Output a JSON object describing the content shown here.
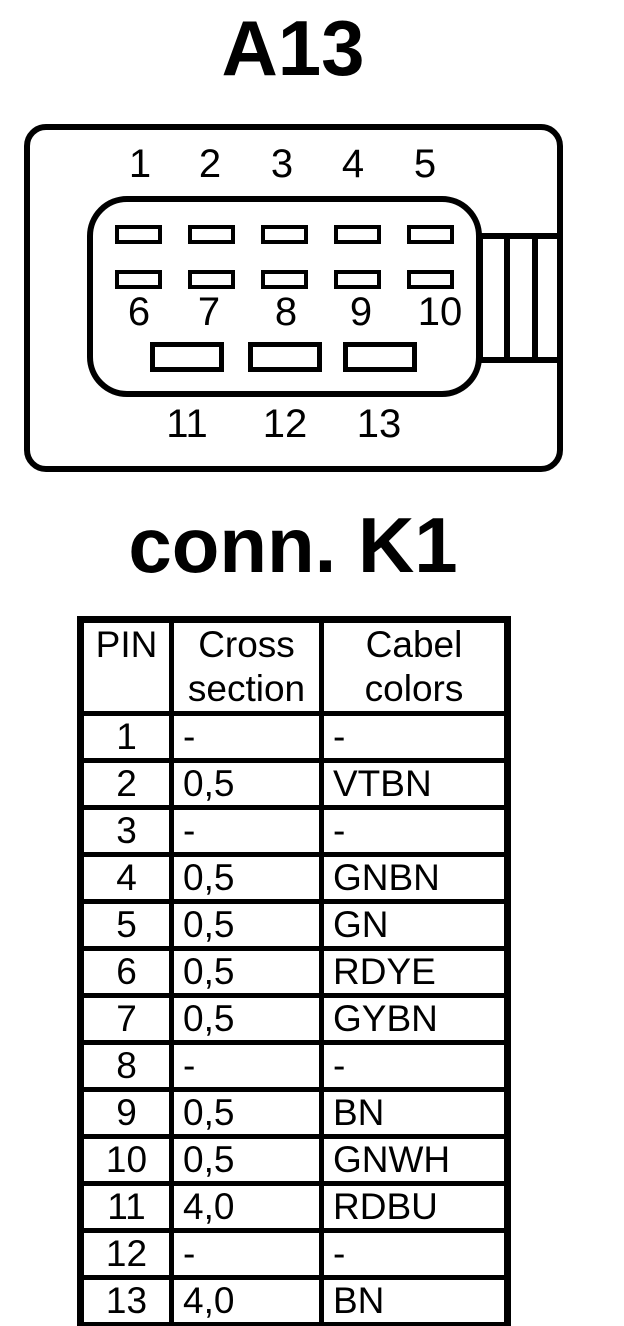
{
  "page": {
    "background": "#ffffff",
    "ink": "#000000"
  },
  "connector": {
    "title": "A13",
    "pin_labels_top": [
      "1",
      "2",
      "3",
      "4",
      "5"
    ],
    "pin_labels_middle": [
      "6",
      "7",
      "8",
      "9",
      "10"
    ],
    "pin_labels_bottom": [
      "11",
      "12",
      "13"
    ]
  },
  "table_section": {
    "title": "conn. K1",
    "headers": {
      "pin": "PIN",
      "cross": "Cross section",
      "colors": "Cabel colors"
    },
    "rows": [
      {
        "pin": "1",
        "cross": "-",
        "color": "-"
      },
      {
        "pin": "2",
        "cross": "0,5",
        "color": "VTBN"
      },
      {
        "pin": "3",
        "cross": "-",
        "color": "-"
      },
      {
        "pin": "4",
        "cross": "0,5",
        "color": "GNBN"
      },
      {
        "pin": "5",
        "cross": "0,5",
        "color": "GN"
      },
      {
        "pin": "6",
        "cross": "0,5",
        "color": "RDYE"
      },
      {
        "pin": "7",
        "cross": "0,5",
        "color": "GYBN"
      },
      {
        "pin": "8",
        "cross": "-",
        "color": "-"
      },
      {
        "pin": "9",
        "cross": "0,5",
        "color": "BN"
      },
      {
        "pin": "10",
        "cross": "0,5",
        "color": "GNWH"
      },
      {
        "pin": "11",
        "cross": "4,0",
        "color": "RDBU"
      },
      {
        "pin": "12",
        "cross": "-",
        "color": "-"
      },
      {
        "pin": "13",
        "cross": "4,0",
        "color": "BN"
      }
    ]
  }
}
